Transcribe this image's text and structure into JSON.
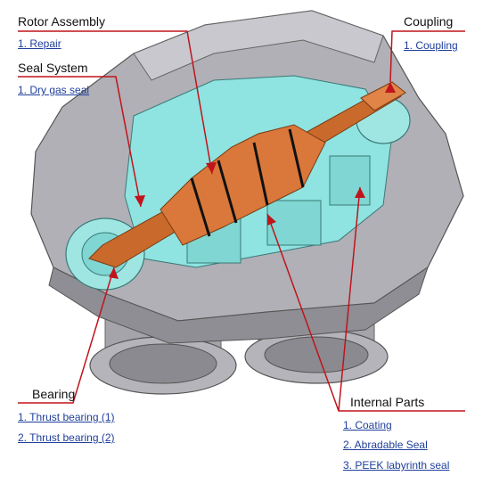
{
  "sections": {
    "rotor": {
      "title": "Rotor Assembly",
      "links": [
        "1. Repair"
      ]
    },
    "seal": {
      "title": "Seal System",
      "links": [
        "1. Dry gas seal"
      ]
    },
    "coupling": {
      "title": "Coupling",
      "links": [
        "1. Coupling"
      ]
    },
    "bearing": {
      "title": "Bearing",
      "links": [
        "1. Thrust bearing (1)",
        "2. Thrust bearing (2)"
      ]
    },
    "internal": {
      "title": "Internal Parts",
      "links": [
        "1. Coating",
        "2. Abradable Seal",
        "3. PEEK labyrinth seal"
      ]
    }
  },
  "colors": {
    "casing": "#9a9aa0",
    "casing_light": "#c4c4ca",
    "internal": "#8fe3e0",
    "rotor": "#d9783a",
    "leader_line": "#c0141c",
    "link": "#1f3f9a"
  }
}
